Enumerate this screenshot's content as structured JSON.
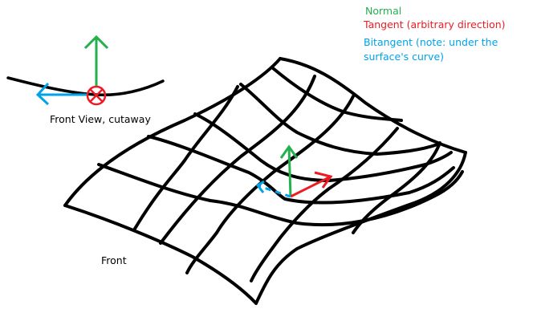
{
  "legend": {
    "normal": "Normal",
    "tangent": "Tangent (arbitrary direction)",
    "bitangent_line1": "Bitangent (note: under the",
    "bitangent_line2": "surface's curve)"
  },
  "labels": {
    "front_view": "Front View, cutaway",
    "front": "Front"
  },
  "colors": {
    "normal": "#22b14c",
    "tangent": "#ed1c24",
    "bitangent": "#00a2e8",
    "mesh": "#000000"
  }
}
